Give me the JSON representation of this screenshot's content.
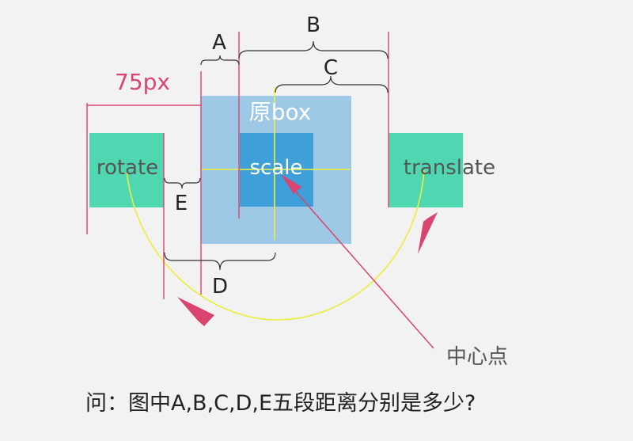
{
  "labels": {
    "a": "A",
    "b": "B",
    "c": "C",
    "d": "D",
    "e": "E",
    "distance": "75px",
    "original_box": "原box",
    "rotate": "rotate",
    "scale": "scale",
    "translate": "translate",
    "center_point": "中心点"
  },
  "question": "问：图中A,B,C,D,E五段距离分别是多少?",
  "colors": {
    "background": "#f2f2f2",
    "outer_box": "#9dc9e6",
    "scale_box": "#3e9fd9",
    "green_box": "#4fd7b2",
    "accent": "#d9456f",
    "axis": "#f2f238",
    "brace": "#333333",
    "label_text": "#555555",
    "white_text": "#ffffff"
  }
}
